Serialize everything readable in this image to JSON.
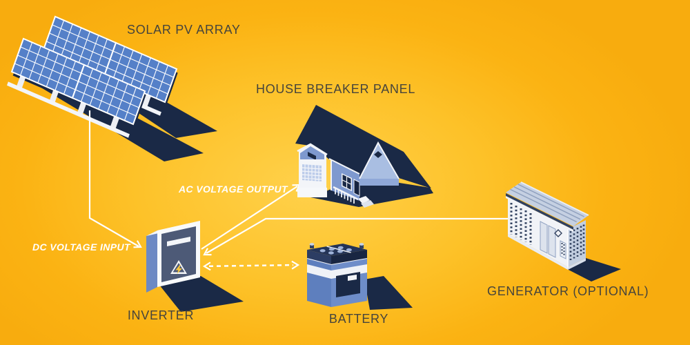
{
  "diagram": {
    "kind": "isometric solar power system infographic",
    "background": {
      "base_color": "#FBB313",
      "glow_color": "#FFD14B"
    }
  },
  "nodes": [
    {
      "id": "solar-pv-array",
      "label": "SOLAR PV ARRAY"
    },
    {
      "id": "house-breaker-panel",
      "label": "HOUSE BREAKER PANEL"
    },
    {
      "id": "inverter",
      "label": "INVERTER"
    },
    {
      "id": "battery",
      "label": "BATTERY"
    },
    {
      "id": "generator",
      "label": "GENERATOR (OPTIONAL)"
    }
  ],
  "flows": [
    {
      "id": "dc-input",
      "label": "DC VOLTAGE INPUT",
      "from": "solar-pv-array",
      "to": "inverter",
      "line": "solid",
      "direction": "one-way"
    },
    {
      "id": "ac-output",
      "label": "AC VOLTAGE OUTPUT",
      "from": "inverter",
      "to": "house-breaker-panel",
      "line": "solid",
      "direction": "one-way"
    },
    {
      "id": "generator-feed",
      "label": "",
      "from": "generator",
      "to": "inverter",
      "line": "solid",
      "direction": "one-way"
    },
    {
      "id": "battery-link",
      "label": "",
      "from": "inverter",
      "to": "battery",
      "line": "dashed",
      "direction": "two-way"
    }
  ],
  "colors": {
    "shadow_navy": "#1A2946",
    "panel_cell_blue": "#5580C8",
    "wall_blue": "#7E99CF",
    "gable_light_blue": "#A9BEE2",
    "inverter_panel": "#4D5A77",
    "line_white": "#FFFFFF",
    "label_dark": "#46443C",
    "bolt_yellow": "#F8C63D"
  }
}
